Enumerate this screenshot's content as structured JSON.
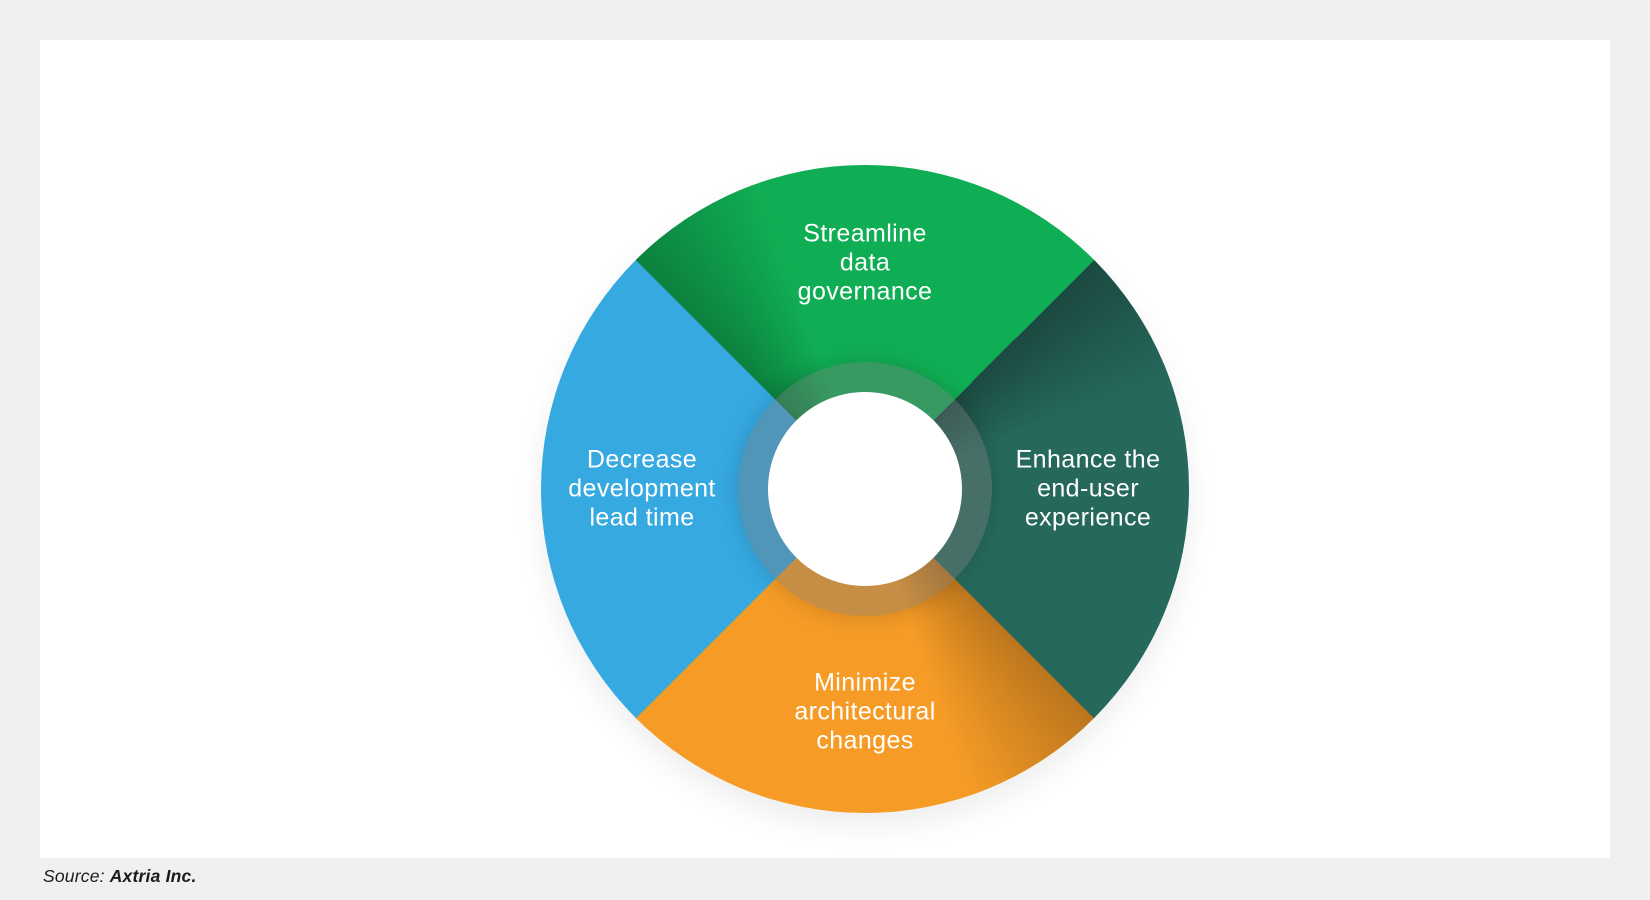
{
  "page": {
    "background": "#eff0f2",
    "card_background": "#ffffff"
  },
  "diagram": {
    "type": "cycle-quadrant-donut",
    "text_color": "#ffffff",
    "center_color": "#ffffff",
    "ring_overlay_color": "rgba(120,120,120,0.38)",
    "segments": [
      {
        "position": "top",
        "label": "Streamline\ndata\ngovernance",
        "color": "#10ae54"
      },
      {
        "position": "right",
        "label": "Enhance the\nend-user\nexperience",
        "color": "#26695c"
      },
      {
        "position": "bottom",
        "label": "Minimize\narchitectural\nchanges",
        "color": "#f59b26"
      },
      {
        "position": "left",
        "label": "Decrease\ndevelopment\nlead time",
        "color": "#36a9e1"
      }
    ]
  },
  "footer": {
    "source_prefix": "Source:",
    "source_name": "Axtria Inc."
  }
}
